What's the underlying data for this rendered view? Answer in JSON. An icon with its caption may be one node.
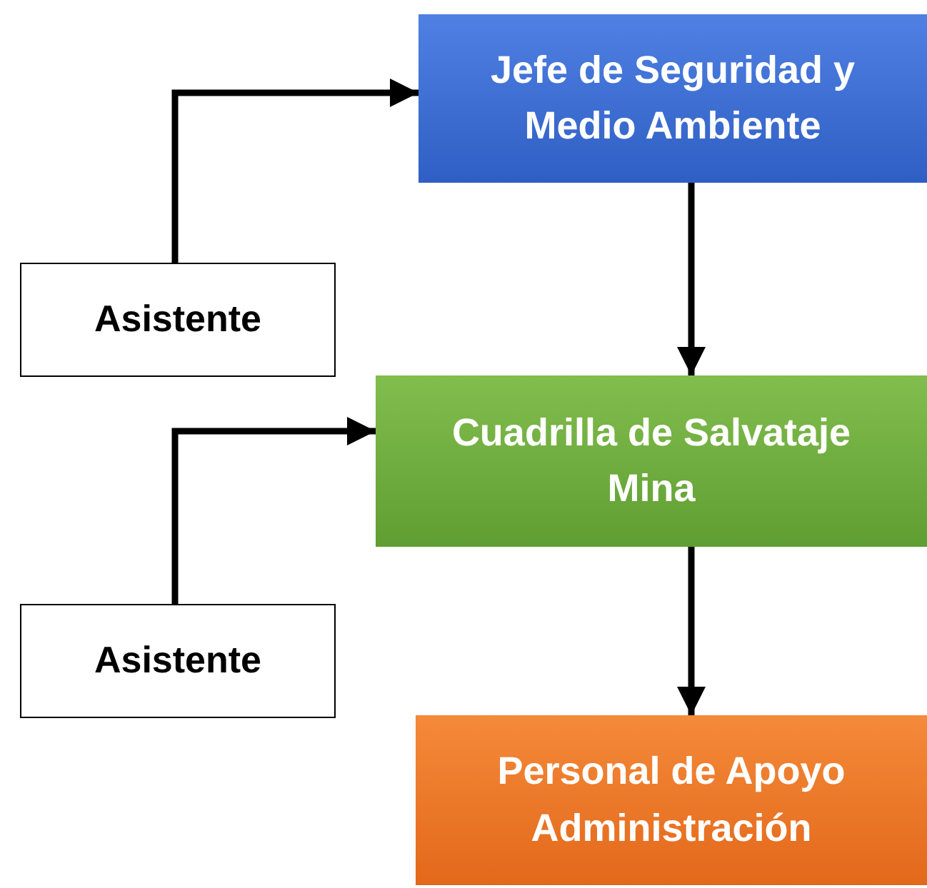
{
  "diagram": {
    "nodes": [
      {
        "text": [
          "Jefe de Seguridad y Medio Ambiente"
        ]
      },
      {
        "text": [
          "Asistente"
        ]
      },
      {
        "text": [
          "Cuadrilla de Salvataje Mina"
        ]
      },
      {
        "text": [
          "Asistente"
        ]
      },
      {
        "text": [
          "Personal de Apoyo Administración"
        ]
      }
    ],
    "edges": [
      {
        "from": 1,
        "to": 0,
        "arrow": "to"
      },
      {
        "from": 0,
        "to": 2,
        "arrow": "to"
      },
      {
        "from": 3,
        "to": 2,
        "arrow": "to"
      },
      {
        "from": 2,
        "to": 4,
        "arrow": "to"
      }
    ]
  }
}
